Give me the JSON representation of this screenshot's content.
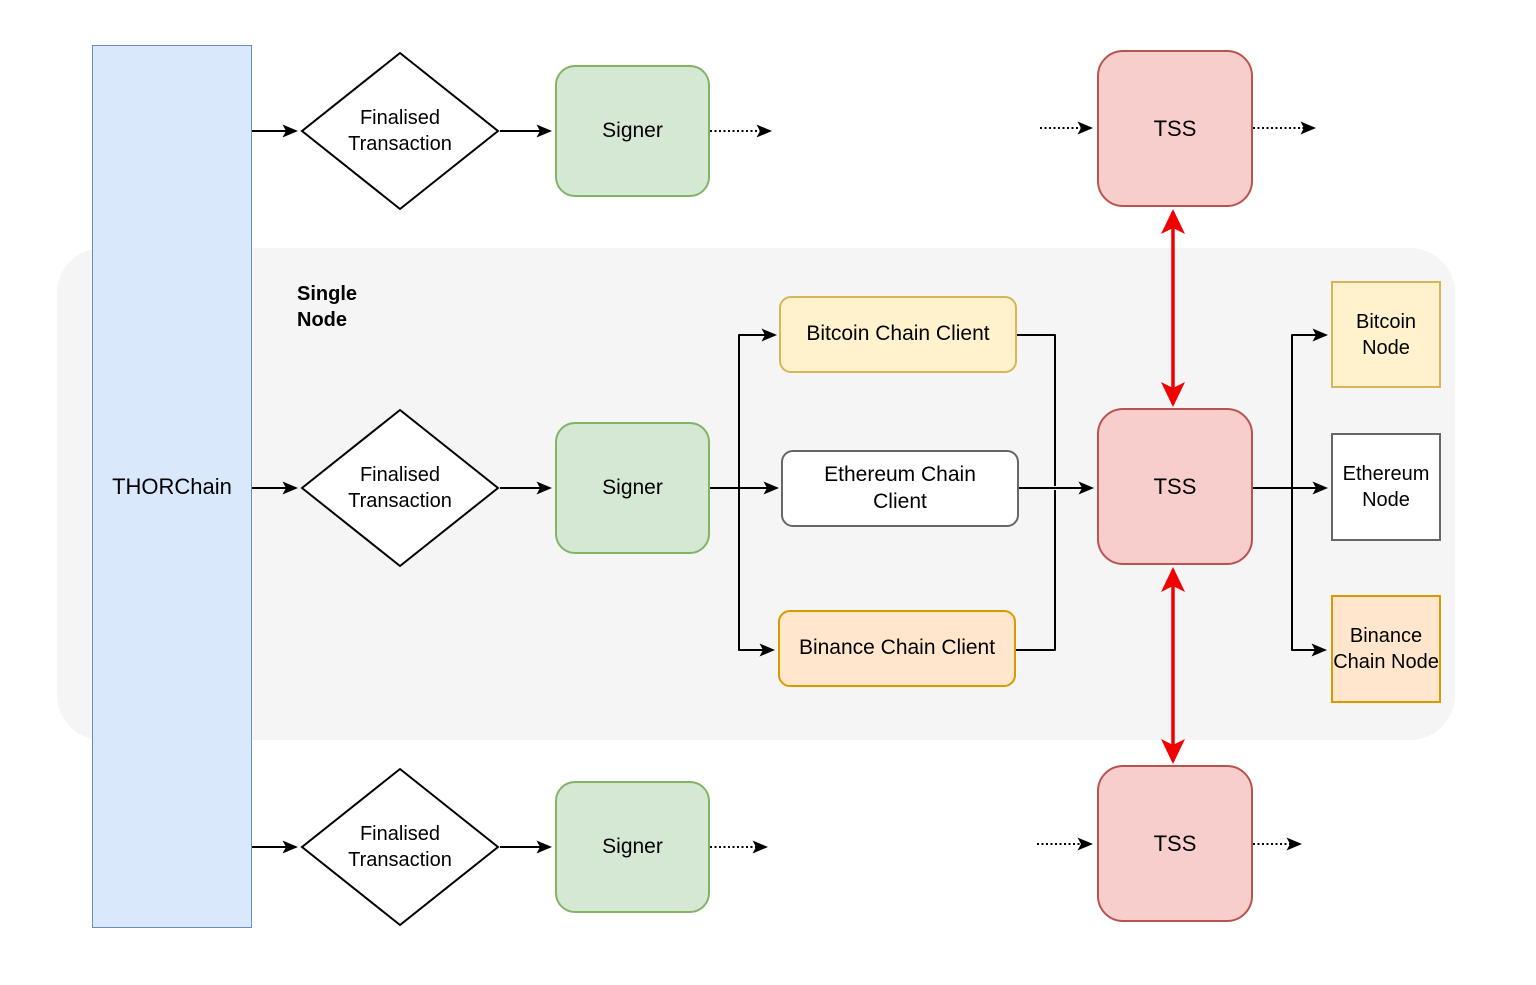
{
  "palette": {
    "background": "#ffffff",
    "container_fill": "#f5f5f5",
    "thorchain_fill": "#dae8fc",
    "thorchain_stroke": "#6c8ebf",
    "signer_fill": "#d5e8d4",
    "signer_stroke": "#82b366",
    "tss_fill": "#f8cecc",
    "tss_stroke": "#b85450",
    "bitcoin_fill": "#fff2cc",
    "bitcoin_stroke": "#d6b656",
    "ethereum_fill": "#ffffff",
    "ethereum_stroke": "#666666",
    "binance_fill": "#ffe6cc",
    "binance_stroke": "#d79b00",
    "connector_black": "#000000",
    "connector_red": "#f20000"
  },
  "thorchain": {
    "label": "THORChain"
  },
  "single_node_group": {
    "label": "Single\nNode"
  },
  "rows": [
    {
      "diamond_label": "Finalised\nTransaction",
      "signer_label": "Signer",
      "tss_label": "TSS"
    },
    {
      "diamond_label": "Finalised\nTransaction",
      "signer_label": "Signer",
      "tss_label": "TSS"
    },
    {
      "diamond_label": "Finalised\nTransaction",
      "signer_label": "Signer",
      "tss_label": "TSS"
    }
  ],
  "chain_clients": [
    {
      "label": "Bitcoin Chain Client"
    },
    {
      "label": "Ethereum Chain\nClient"
    },
    {
      "label": "Binance Chain Client"
    }
  ],
  "chain_nodes": [
    {
      "label": "Bitcoin Node"
    },
    {
      "label": "Ethereum Node"
    },
    {
      "label": "Binance Chain Node"
    }
  ]
}
